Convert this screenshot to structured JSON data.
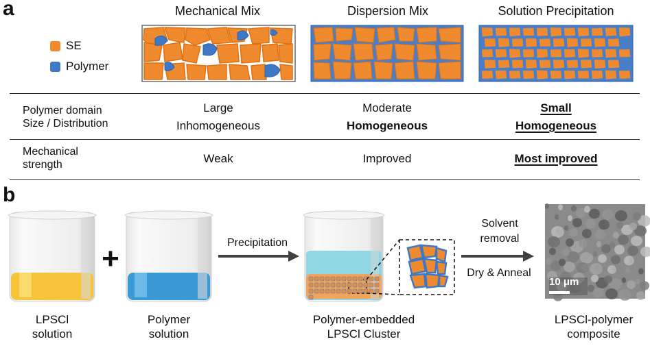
{
  "panel_a": {
    "letter": "a",
    "legend": [
      {
        "label": "SE",
        "color": "#f08a2e"
      },
      {
        "label": "Polymer",
        "color": "#3f78c4"
      }
    ],
    "columns": [
      {
        "title": "Mechanical Mix"
      },
      {
        "title": "Dispersion Mix"
      },
      {
        "title": "Solution Precipitation"
      }
    ],
    "table": {
      "rows": [
        {
          "label_line1": "Polymer domain",
          "label_line2": "Size / Distribution",
          "cells": [
            {
              "line1": "Large",
              "line2": "Inhomogeneous"
            },
            {
              "line1": "Moderate",
              "line2": "Homogeneous"
            },
            {
              "line1": "Small",
              "line2": "Homogeneous"
            }
          ]
        },
        {
          "label_line1": "Mechanical",
          "label_line2": "strength",
          "cells": [
            {
              "line1": "Weak"
            },
            {
              "line1": "Improved"
            },
            {
              "line1": "Most improved"
            }
          ]
        }
      ]
    }
  },
  "panel_b": {
    "letter": "b",
    "beakers": [
      {
        "caption1": "LPSCl",
        "caption2": "solution",
        "liquid_color": "#f5c43a"
      },
      {
        "caption1": "Polymer",
        "caption2": "solution",
        "liquid_color": "#3a9ad6"
      },
      {
        "caption1": "Polymer-embedded",
        "caption2": "LPSCl Cluster",
        "liquid_color": "#7fd0de"
      }
    ],
    "plus": "+",
    "arrow1_label": "Precipitation",
    "arrow2_label_top1": "Solvent",
    "arrow2_label_top2": "removal",
    "arrow2_label_bottom": "Dry & Anneal",
    "sem_scale": "10 μm",
    "final_caption1": "LPSCl-polymer",
    "final_caption2": "composite"
  }
}
